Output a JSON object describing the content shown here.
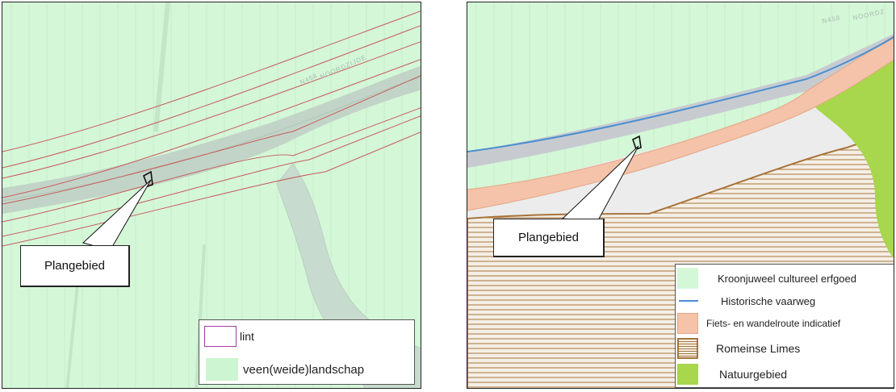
{
  "colors": {
    "map_background": "#d4f7d8",
    "road_band": "#c2d4c7",
    "lint_line": "#c85a5a",
    "lint_swatch_border": "#a23ba5",
    "veen_swatch": "#cdf5d2",
    "white_zone": "#ececec",
    "fiets_route": "#f4c3a9",
    "historische_vaarweg": "#4b8fd0",
    "romeinse_limes": "#a8743a",
    "natuurgebied": "#a8d64c",
    "kroonjuweel_swatch": "#d4f7d8"
  },
  "left_map": {
    "road_name": "NOORDZIJDE",
    "road_shield": "N458",
    "callout_label": "Plangebied",
    "legend": [
      {
        "key": "lint",
        "label": "lint"
      },
      {
        "key": "veen",
        "label": "veen(weide)landschap"
      }
    ]
  },
  "right_map": {
    "road_name": "NOORDZ",
    "road_shield": "N458",
    "callout_label": "Plangebied",
    "legend": [
      {
        "key": "kroonjuweel",
        "label": "Kroonjuweel cultureel erfgoed"
      },
      {
        "key": "vaarweg",
        "label": "Historische vaarweg"
      },
      {
        "key": "fiets",
        "label": "Fiets- en wandelroute indicatief"
      },
      {
        "key": "limes",
        "label": "Romeinse Limes"
      },
      {
        "key": "natuur",
        "label": "Natuurgebied"
      }
    ]
  }
}
